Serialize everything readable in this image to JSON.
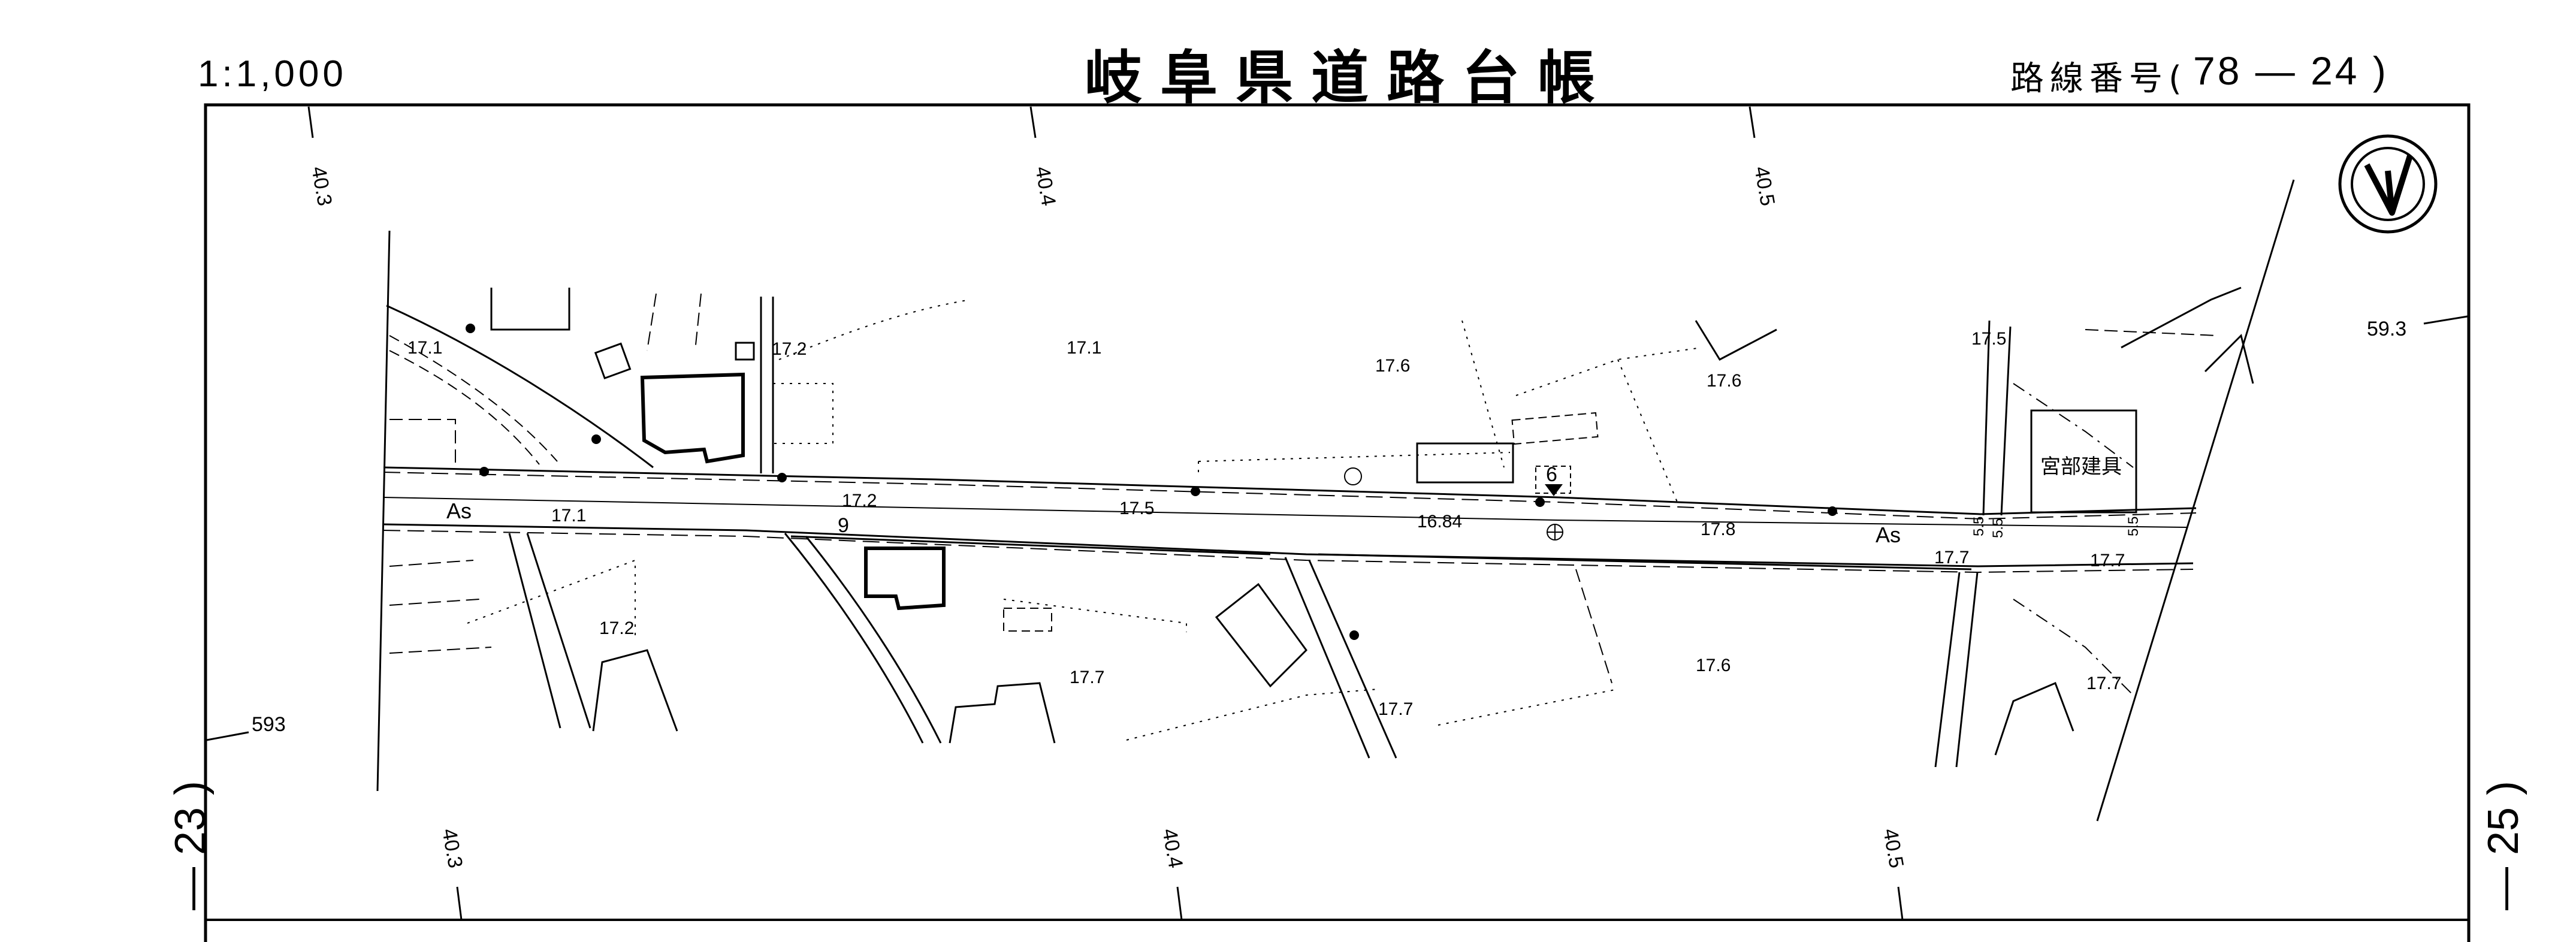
{
  "header": {
    "scale": "1:1,000",
    "title": "岐阜県道路台帳",
    "route_label": "路線番号(",
    "route_number": "78 — 24 )"
  },
  "side_labels": {
    "left": "— 23 )",
    "right": "— 25 )"
  },
  "chainages": {
    "top": [
      "40.3",
      "40.4",
      "40.5"
    ],
    "bottom": [
      "40.3",
      "40.4",
      "40.5"
    ]
  },
  "offsets": [
    "59.3",
    "593"
  ],
  "road_labels": {
    "surface": "As",
    "building": "宮部建具",
    "number_9": "9",
    "number_6": "6"
  },
  "elevations": [
    "17.1",
    "17.2",
    "17.1",
    "17.6",
    "17.6",
    "17.5",
    "17.2",
    "17.1",
    "17.5",
    "16.84",
    "17.8",
    "17.7",
    "17.7",
    "17.2",
    "17.7",
    "17.7",
    "17.6",
    "17.7"
  ],
  "widths": [
    "5.5",
    "5.5",
    "5.5"
  ],
  "colors": {
    "ink": "#000000",
    "paper": "#ffffff"
  }
}
